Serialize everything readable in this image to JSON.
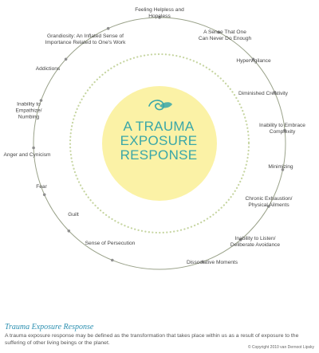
{
  "center": {
    "title": "A TRAUMA\nEXPOSURE\nRESPONSE"
  },
  "ring_items": [
    "Feeling Helpless and\nHopeless",
    "A Sense That One\nCan Never Do Enough",
    "Hypervigilance",
    "Diminished Creativity",
    "Inability to Embrace\nComplexity",
    "Minimizing",
    "Chronic Exhaustion/\nPhysical Ailments",
    "Inability to Listen/\nDeliberate Avoidance",
    "Dissociative Moments",
    "Sense of Persecution",
    "Guilt",
    "Fear",
    "Anger and Cynicism",
    "Inability to\nEmpathize/\nNumbing",
    "Addictions",
    "Grandiosity: An Inflated Sense of\nImportance Related to One's Work"
  ],
  "footer": {
    "title": "Trauma Exposure Response",
    "definition": "A trauma exposure response may be defined as the transformation that takes place within us as a result of exposure to the suffering of other living beings or the planet.",
    "copyright": "© Copyright 2010 van Dernoot Lipsky"
  },
  "colors": {
    "center_fill": "#fbf2a6",
    "dotted_ring": "#c6d5a1",
    "outer_ring": "#9aa28a",
    "marker": "#8f8f8f",
    "title_teal": "#3aa7a8"
  }
}
